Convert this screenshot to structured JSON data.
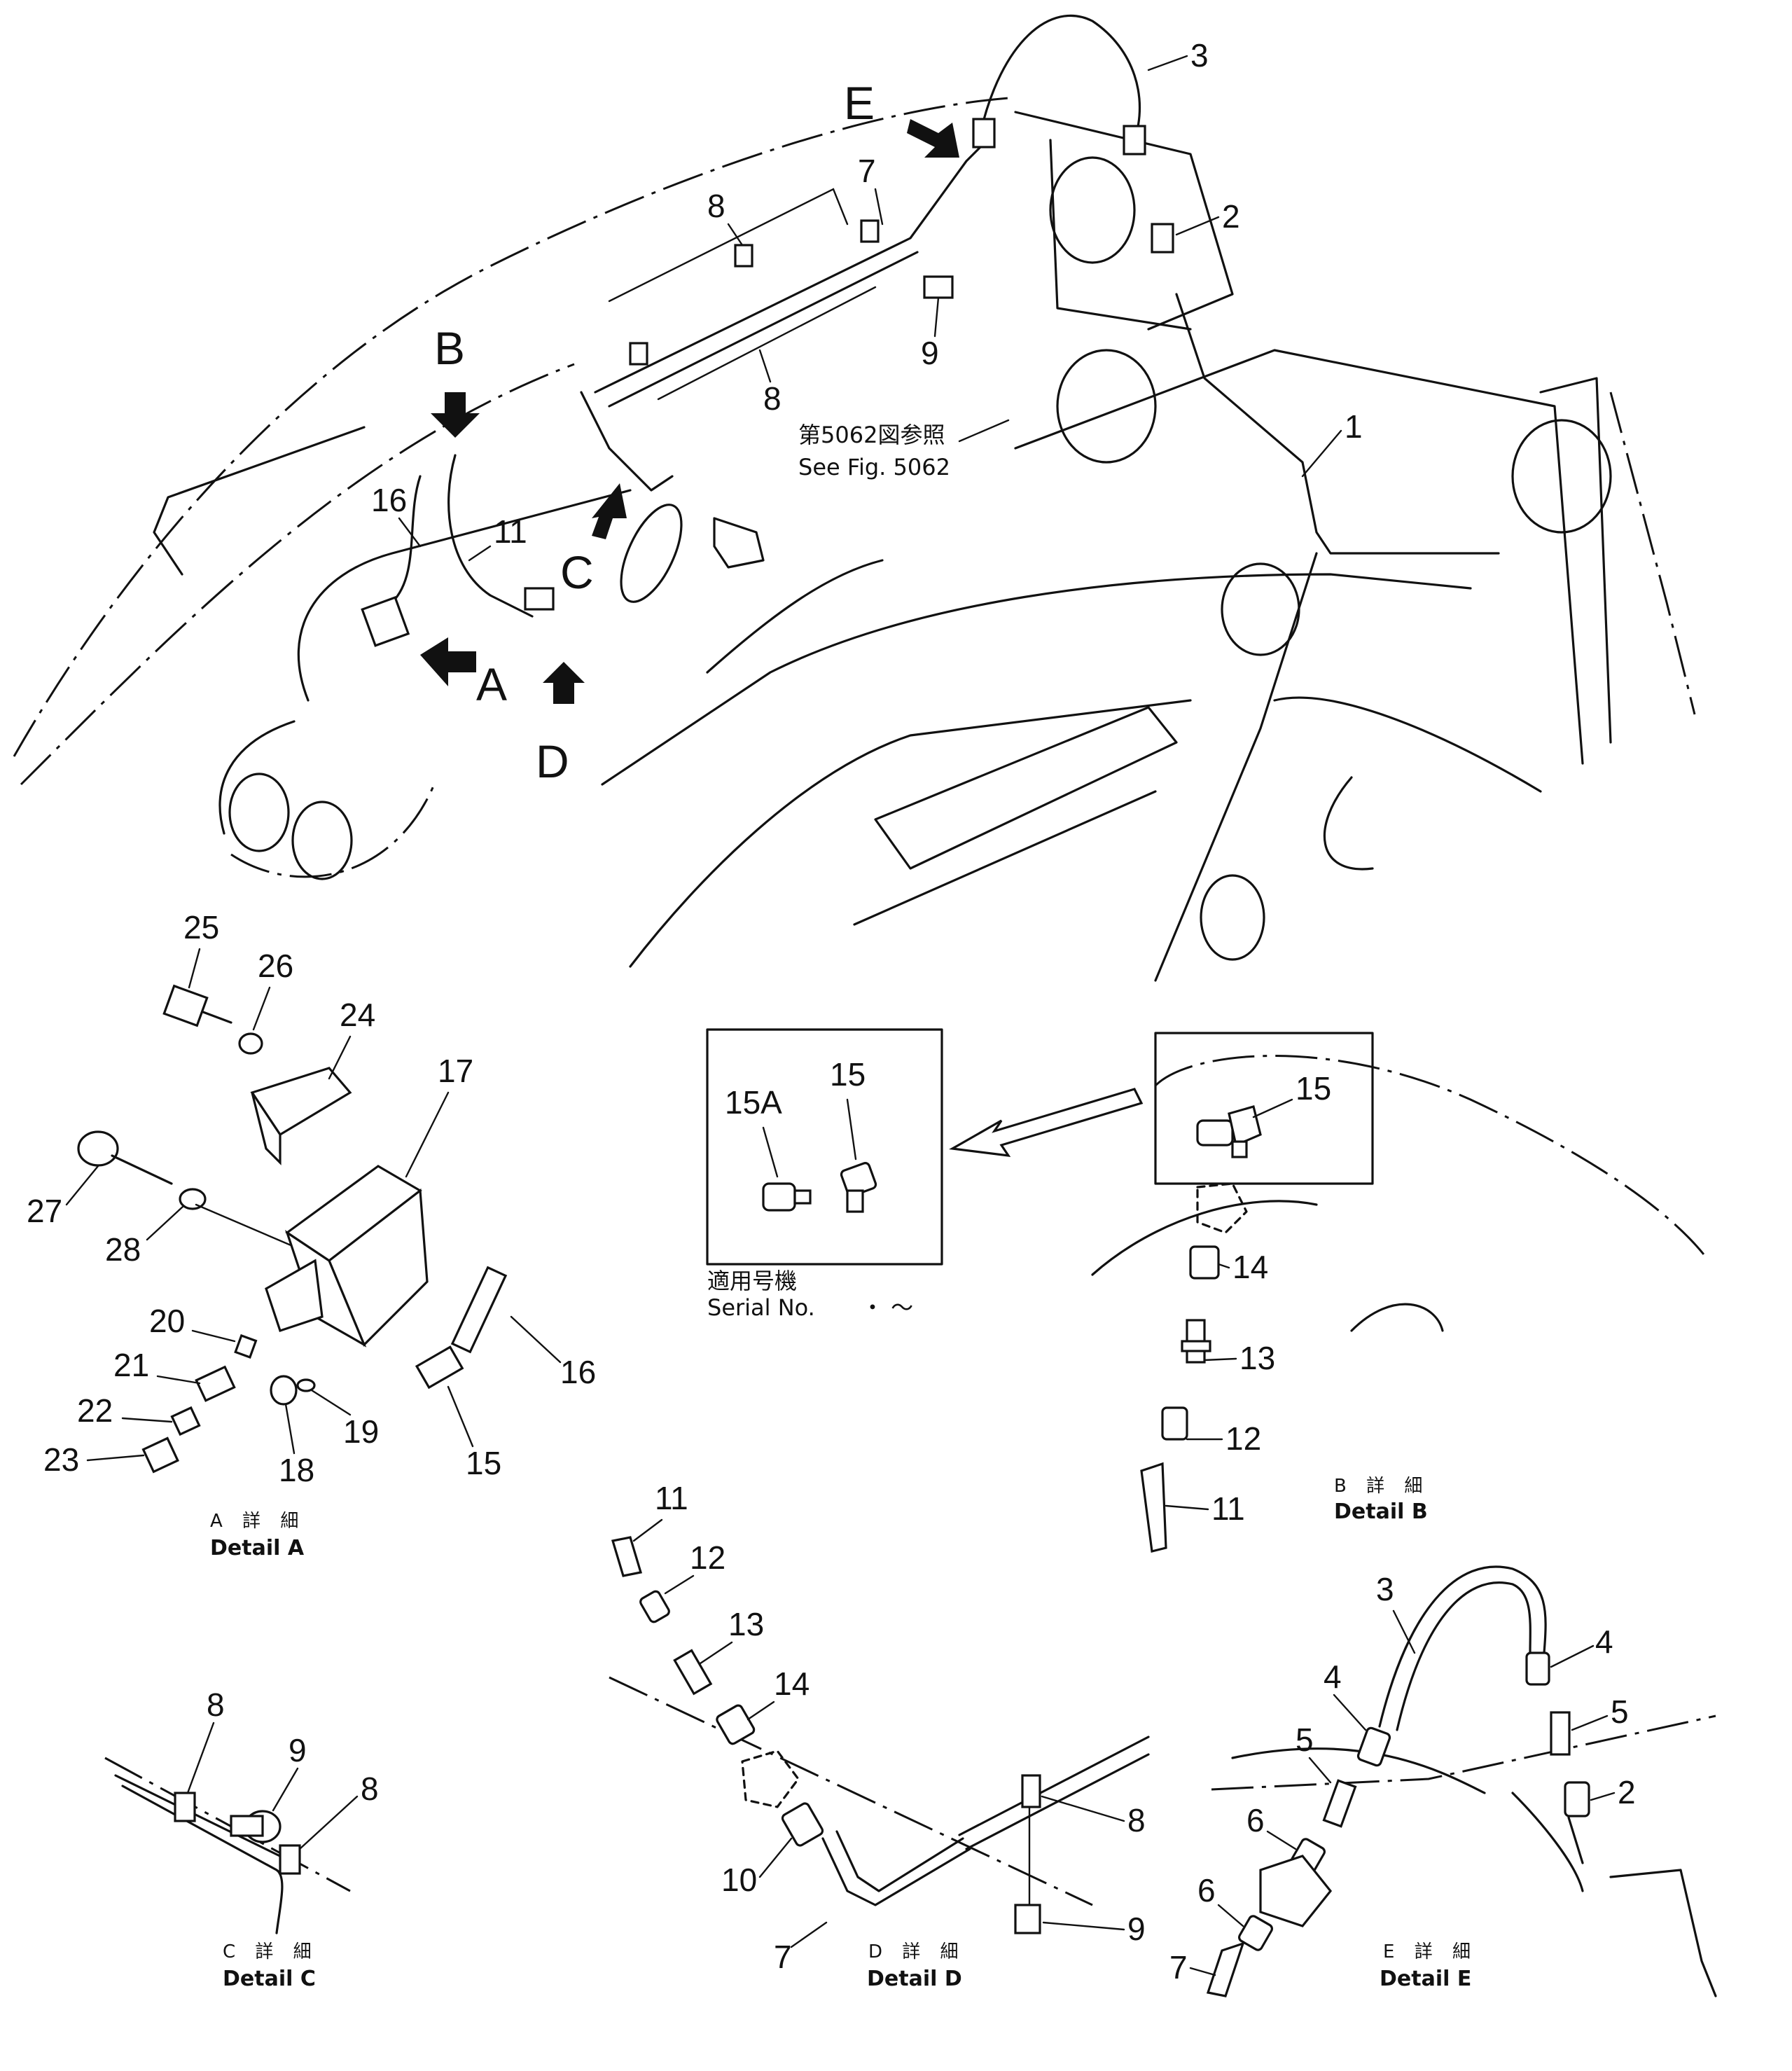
{
  "views": {
    "A": "A",
    "B": "B",
    "C": "C",
    "D": "D",
    "E": "E"
  },
  "reference_note": {
    "jp": "第5062図参照",
    "en": "See Fig. 5062"
  },
  "serial_box": {
    "jp": "適用号機",
    "en": "Serial No.",
    "range": "・ ～"
  },
  "details": {
    "a": {
      "jp": "A 詳 細",
      "en": "Detail A"
    },
    "b": {
      "jp": "B 詳 細",
      "en": "Detail B"
    },
    "c": {
      "jp": "C 詳 細",
      "en": "Detail C"
    },
    "d": {
      "jp": "D 詳 細",
      "en": "Detail D"
    },
    "e": {
      "jp": "E 詳 細",
      "en": "Detail E"
    }
  },
  "part_numbers": {
    "p1": "1",
    "p2": "2",
    "p3": "3",
    "p4": "4",
    "p5": "5",
    "p6": "6",
    "p7": "7",
    "p8": "8",
    "p9": "9",
    "p10": "10",
    "p11": "11",
    "p12": "12",
    "p13": "13",
    "p14": "14",
    "p15": "15",
    "p15a": "15A",
    "p16": "16",
    "p17": "17",
    "p18": "18",
    "p19": "19",
    "p20": "20",
    "p21": "21",
    "p22": "22",
    "p23": "23",
    "p24": "24",
    "p25": "25",
    "p26": "26",
    "p27": "27",
    "p28": "28"
  }
}
